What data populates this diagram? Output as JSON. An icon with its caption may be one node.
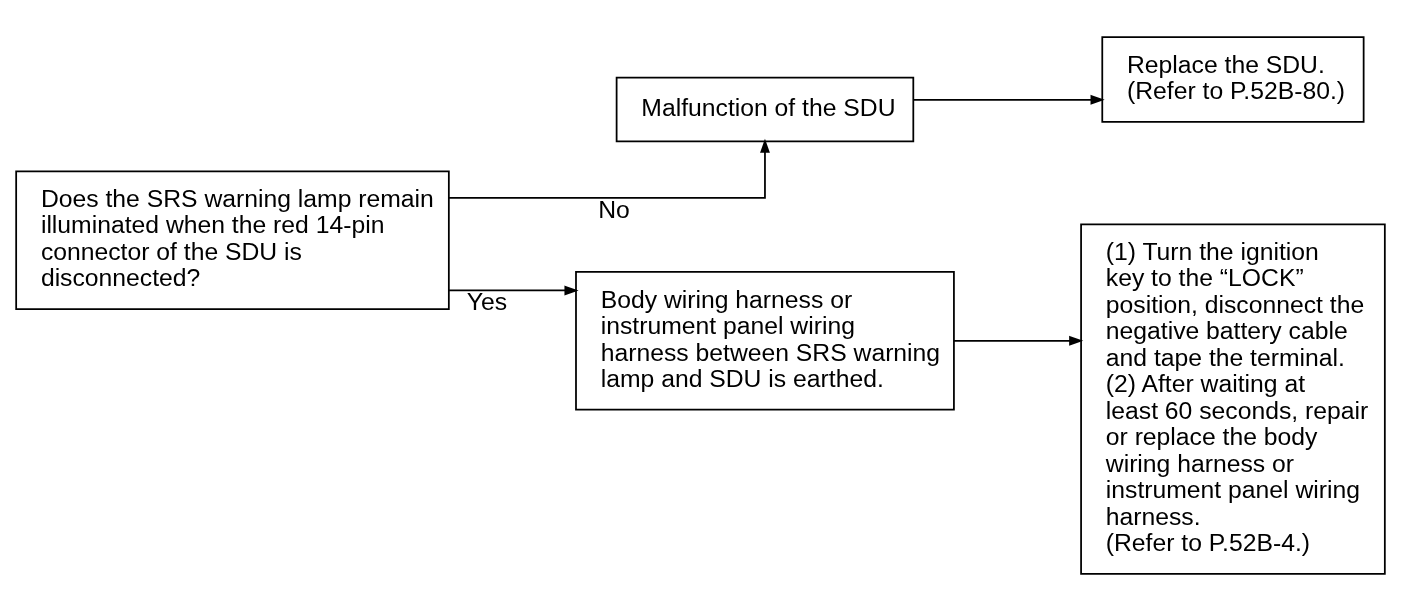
{
  "diagram": {
    "nodes": [
      {
        "text": [
          "Does the SRS warning lamp remain illuminated when the red 14-pin connector of the SDU is disconnected?"
        ]
      },
      {
        "text": [
          "Malfunction of the SDU"
        ]
      },
      {
        "text": [
          "Replace the SDU.",
          "(Refer to P.52B-80.)"
        ]
      },
      {
        "text": [
          "Body wiring harness or instrument panel wiring harness between SRS warning lamp and SDU is earthed."
        ]
      },
      {
        "text": [
          "(1) Turn the ignition key to the “LOCK” position, disconnect the negative battery cable and tape the terminal.",
          "(2) After waiting at least 60 seconds, repair or replace the body wiring harness or instrument panel wiring harness.",
          "(Refer to P.52B-4.)"
        ]
      }
    ],
    "edges": [
      {
        "from": 0,
        "to": 1,
        "arrow": "to",
        "label": "No"
      },
      {
        "from": 1,
        "to": 2,
        "arrow": "to"
      },
      {
        "from": 0,
        "to": 3,
        "arrow": "to",
        "label": "Yes"
      },
      {
        "from": 3,
        "to": 4,
        "arrow": "to"
      }
    ]
  }
}
